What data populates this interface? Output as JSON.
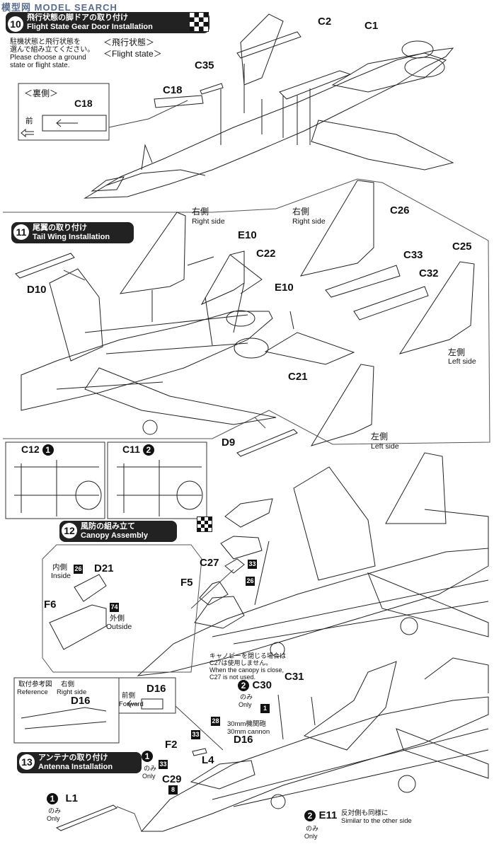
{
  "watermark": "MODEL SEARCH",
  "watermark_logo": "模型网",
  "step10": {
    "title_jp": "飛行状態の脚ドアの取り付け",
    "title_en": "Flight State Gear Door Installation",
    "note_jp": "駐機状態と飛行状態を\n選んで組み立てください。",
    "note_en": "Please choose a ground\nstate or flight state.",
    "state_jp": "＜飛行状態＞",
    "state_en": "＜Flight state＞",
    "inset_title": "＜裏側＞",
    "inset_part": "C18",
    "front_jp": "前",
    "parts": {
      "c2": "C2",
      "c1": "C1",
      "c35": "C35",
      "c18": "C18"
    }
  },
  "step11": {
    "num": "11",
    "title_jp": "尾翼の取り付け",
    "title_en": "Tail Wing Installation",
    "right_jp": "右側",
    "right_en": "Right side",
    "left_jp": "左側",
    "left_en": "Left side",
    "parts": {
      "d10": "D10",
      "e10a": "E10",
      "c22": "C22",
      "c26": "C26",
      "c33": "C33",
      "c25": "C25",
      "c32": "C32",
      "e10b": "E10",
      "c21": "C21",
      "d9": "D9"
    },
    "inset_a": {
      "part": "C12",
      "num": "1"
    },
    "inset_b": {
      "part": "C11",
      "num": "2"
    }
  },
  "step12": {
    "num": "12",
    "title_jp": "風防の組み立て",
    "title_en": "Canopy Assembly",
    "inside_jp": "内側",
    "inside_en": "Inside",
    "outside_jp": "外側",
    "outside_en": "Outside",
    "paint_26": "26",
    "paint_74": "74",
    "paint_33": "33",
    "paint_26b": "26",
    "parts": {
      "d21": "D21",
      "f6": "F6",
      "c27": "C27",
      "f5": "F5"
    },
    "note_jp": "キャノピーを閉じる場合は\nC27は使用しません。",
    "note_en": "When the canopy is close,\nC27 is not used."
  },
  "step13": {
    "num": "13",
    "title_jp": "アンテナの取り付け",
    "title_en": "Antenna Installation",
    "ref_jp": "取付参考図",
    "ref_en": "Reference",
    "right_jp": "右側",
    "right_en": "Right side",
    "forward_jp": "前側",
    "forward_en": "Forward",
    "cannon_jp": "30mm機関砲",
    "cannon_en": "30mm cannon",
    "only_jp": "のみ",
    "only_en": "Only",
    "similar_jp": "反対側も同様に",
    "similar_en": "Similar to the other side",
    "parts": {
      "c30": "C30",
      "c31": "C31",
      "d16a": "D16",
      "d16b": "D16",
      "d16c": "D16",
      "f2": "F2",
      "l4": "L4",
      "c29": "C29",
      "l1": "L1",
      "e11": "E11"
    },
    "paint": {
      "p1": "1",
      "p28": "28",
      "p33a": "33",
      "p33b": "33",
      "p8": "8"
    },
    "nums": {
      "n2a": "2",
      "n1a": "1",
      "n1b": "1",
      "n2b": "2"
    }
  }
}
